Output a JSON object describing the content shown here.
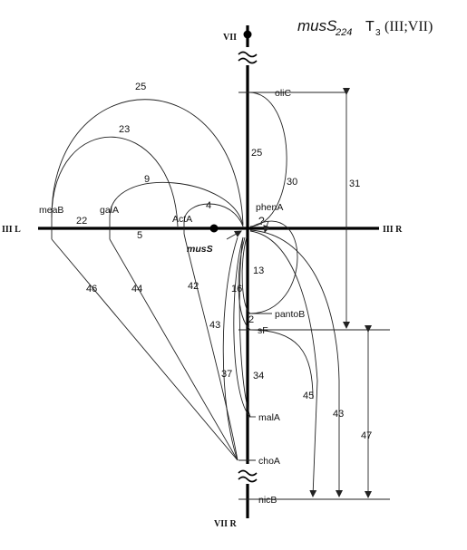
{
  "title": {
    "gene": "musS",
    "allele": "224",
    "type": "T",
    "type_sub": "3",
    "chromosomes": "(III;VII)"
  },
  "chromosome_labels": {
    "VII": "VII",
    "III_L": "III L",
    "III_R": "III R",
    "VII_R": "VII R"
  },
  "markers": {
    "oliC": "oliC",
    "phenA": "phenA",
    "question": "?",
    "meaB": "meaB",
    "galA": "galA",
    "ActA": "ActA",
    "musS": "musS",
    "pantoB": "pantoB",
    "sF": "sF",
    "malA": "malA",
    "choA": "choA",
    "nicB": "nicB"
  },
  "linkage_values": {
    "meaB_oliC": "25",
    "galA_meaB_arc": "23",
    "galA_junction": "9",
    "ActA_junction": "4",
    "oliC_junction": "25",
    "phenA_pantoB": "30",
    "oliC_sF": "31",
    "meaB_galA": "22",
    "galA_ActA": "5",
    "junction_pantoB": "13",
    "junction_sF": "16",
    "pantoB_sF": "2",
    "meaB_choA": "46",
    "galA_choA": "44",
    "ActA_choA": "42",
    "malA_choA": "43",
    "musS_malA": "37",
    "sF_malA": "34",
    "sF_nicB_arc": "45",
    "junction_nicB": "43",
    "sF_nicB": "47"
  },
  "colors": {
    "line": "#222222",
    "axis": "#000000",
    "background": "#ffffff"
  }
}
